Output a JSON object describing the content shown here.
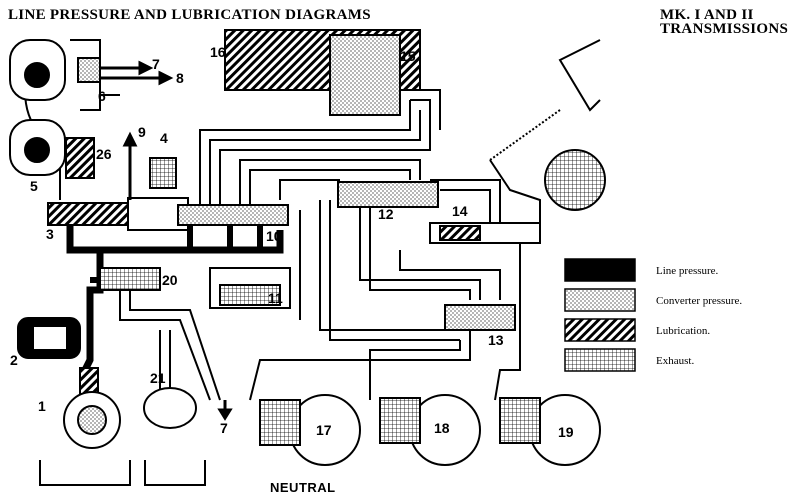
{
  "title": "LINE PRESSURE AND LUBRICATION DIAGRAMS",
  "subtitle_line1": "MK. I AND II",
  "subtitle_line2": "TRANSMISSIONS",
  "caption": "NEUTRAL",
  "callouts": [
    "1",
    "2",
    "3",
    "4",
    "5",
    "6",
    "7",
    "8",
    "9",
    "10",
    "11",
    "12",
    "13",
    "14",
    "15",
    "16",
    "17",
    "18",
    "19",
    "20",
    "21",
    "26",
    "7"
  ],
  "legend": [
    {
      "label": "Line pressure.",
      "pattern": "solid"
    },
    {
      "label": "Converter pressure.",
      "pattern": "dots"
    },
    {
      "label": "Lubrication.",
      "pattern": "hatch"
    },
    {
      "label": "Exhaust.",
      "pattern": "grid"
    }
  ],
  "colors": {
    "ink": "#000000",
    "paper": "#ffffff"
  }
}
